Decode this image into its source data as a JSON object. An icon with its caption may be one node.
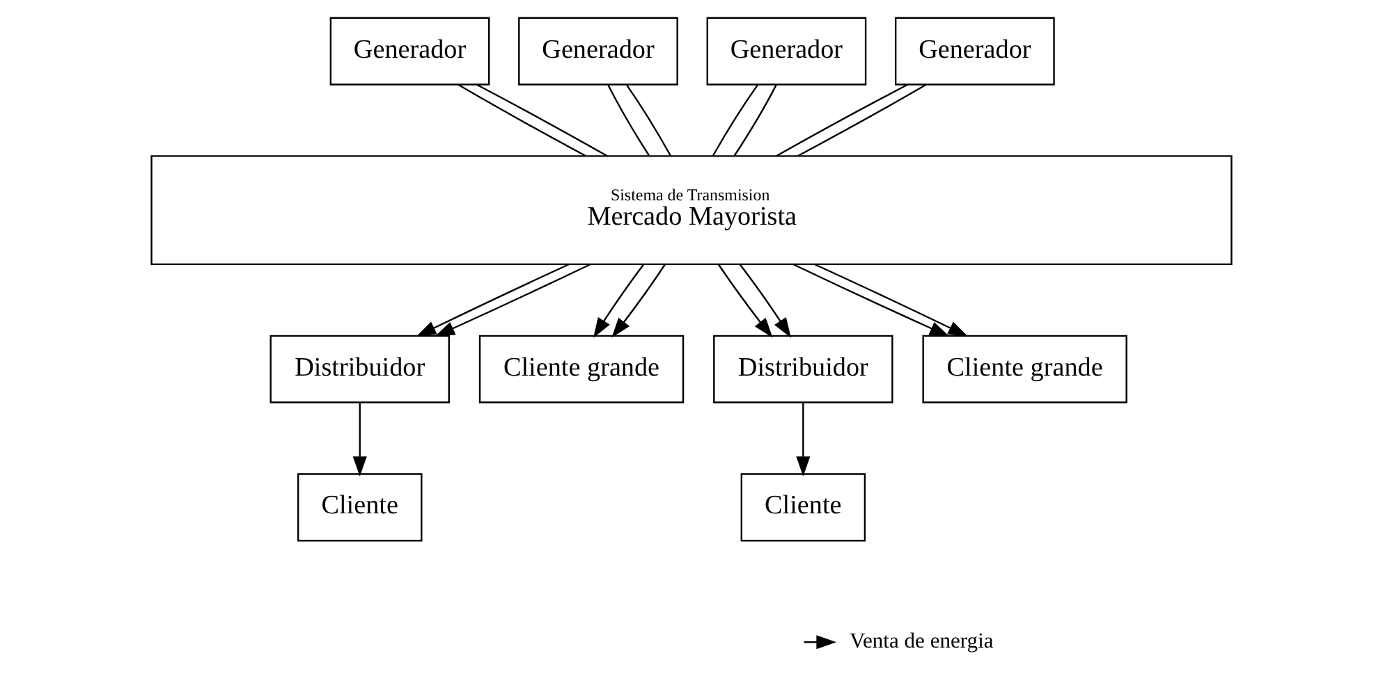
{
  "diagram": {
    "nodes": [
      {
        "text": [
          "Generador"
        ]
      },
      {
        "text": [
          "Generador"
        ]
      },
      {
        "text": [
          "Generador"
        ]
      },
      {
        "text": [
          "Generador"
        ]
      },
      {
        "text": [
          "Sistema de Transmision",
          "Mercado Mayorista"
        ]
      },
      {
        "text": [
          "Distribuidor"
        ]
      },
      {
        "text": [
          "Cliente grande"
        ]
      },
      {
        "text": [
          "Distribuidor"
        ]
      },
      {
        "text": [
          "Cliente grande"
        ]
      },
      {
        "text": [
          "Cliente"
        ]
      },
      {
        "text": [
          "Cliente"
        ]
      }
    ],
    "edges": [
      {
        "from": 0,
        "to": 4,
        "arrow": "none"
      },
      {
        "from": 0,
        "to": 4,
        "arrow": "none"
      },
      {
        "from": 1,
        "to": 4,
        "arrow": "none"
      },
      {
        "from": 1,
        "to": 4,
        "arrow": "none"
      },
      {
        "from": 2,
        "to": 4,
        "arrow": "none"
      },
      {
        "from": 2,
        "to": 4,
        "arrow": "none"
      },
      {
        "from": 3,
        "to": 4,
        "arrow": "none"
      },
      {
        "from": 3,
        "to": 4,
        "arrow": "none"
      },
      {
        "from": 4,
        "to": 5,
        "arrow": "to"
      },
      {
        "from": 4,
        "to": 5,
        "arrow": "to"
      },
      {
        "from": 4,
        "to": 6,
        "arrow": "to"
      },
      {
        "from": 4,
        "to": 6,
        "arrow": "to"
      },
      {
        "from": 4,
        "to": 7,
        "arrow": "to"
      },
      {
        "from": 4,
        "to": 7,
        "arrow": "to"
      },
      {
        "from": 4,
        "to": 8,
        "arrow": "to"
      },
      {
        "from": 4,
        "to": 8,
        "arrow": "to"
      },
      {
        "from": 5,
        "to": 9,
        "arrow": "to"
      },
      {
        "from": 7,
        "to": 10,
        "arrow": "to"
      }
    ],
    "legend": [
      {
        "text": "Venta de energia"
      }
    ]
  }
}
